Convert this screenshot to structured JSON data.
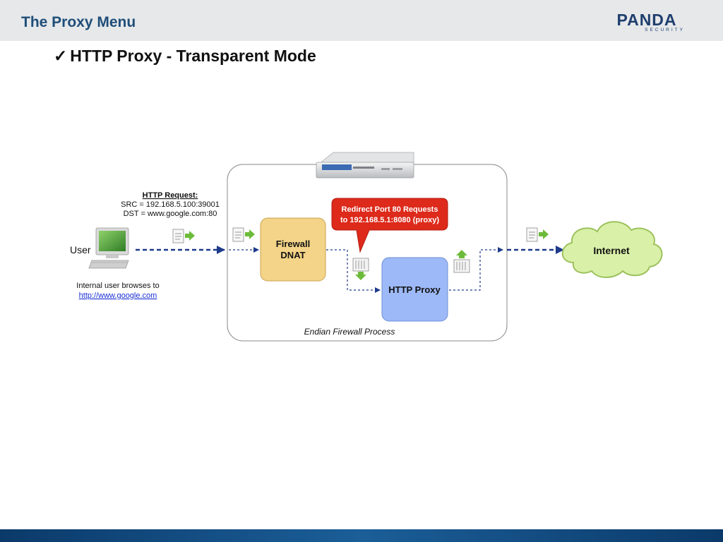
{
  "slide": {
    "title": "The Proxy Menu",
    "bullet_check": "✓",
    "bullet": "HTTP Proxy - Transparent Mode"
  },
  "logo": {
    "name": "PANDA",
    "tagline": "SECURITY",
    "color": "#1f3f6e"
  },
  "diagram": {
    "request_title": "HTTP Request:",
    "request_src": "SRC = 192.168.5.100:39001",
    "request_dst": "DST = www.google.com:80",
    "user_label": "User",
    "user_caption_line1": "Internal user browses to",
    "user_caption_link": "http://www.google.com",
    "firewall_label_line1": "Firewall",
    "firewall_label_line2": "DNAT",
    "callout_line1": "Redirect Port 80 Requests",
    "callout_line2": "to 192.168.5.1:8080 (proxy)",
    "proxy_label": "HTTP Proxy",
    "process_label": "Endian Firewall Process",
    "internet_label": "Internet",
    "colors": {
      "arrow": "#1e3a8a",
      "firewall_fill": "#f3d488",
      "proxy_fill": "#9db9f7",
      "callout_fill": "#dd2a1b",
      "cloud_fill": "#d9f0a8",
      "doc_arrow": "#6dbb3a"
    }
  }
}
